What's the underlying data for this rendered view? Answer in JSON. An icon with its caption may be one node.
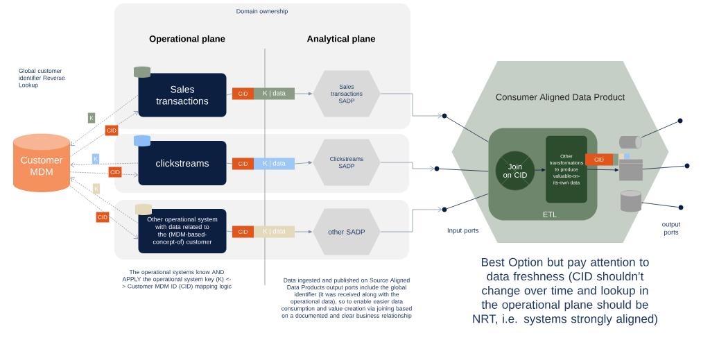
{
  "diagram": {
    "nodes": [
      {
        "text": [
          "Customer MDM"
        ]
      },
      {
        "text": [
          "Sales transactions"
        ]
      },
      {
        "text": [
          "CID",
          "K | data"
        ]
      },
      {
        "text": [
          "Sales transactions SADP"
        ]
      },
      {
        "text": [
          "clickstreams"
        ]
      },
      {
        "text": [
          "CID",
          "K | data"
        ]
      },
      {
        "text": [
          "Clickstreams SADP"
        ]
      },
      {
        "text": [
          "Other operational system with data related to the (MDM-based-concept-of) customer"
        ]
      },
      {
        "text": [
          "CID",
          "K | data"
        ]
      },
      {
        "text": [
          "other SADP"
        ]
      },
      {
        "text": [
          "Consumer Aligned Data Product"
        ]
      },
      {
        "text": [
          "ETL"
        ],
        "in": 10
      },
      {
        "text": [
          "Join on CID"
        ],
        "in": 11
      },
      {
        "text": [
          "Other transformations to produce valuable-on-its-own data"
        ],
        "in": 11
      },
      {
        "text": [
          "CID"
        ],
        "in": 10
      },
      {
        "text": [],
        "shape": "cylinder",
        "in": 10
      },
      {
        "text": [],
        "shape": "box",
        "in": 10
      },
      {
        "text": [],
        "shape": "cylinder",
        "in": 10
      },
      {
        "text": [],
        "shape": "circle"
      },
      {
        "text": [],
        "shape": "circle"
      },
      {
        "text": [],
        "shape": "circle"
      },
      {
        "text": [],
        "shape": "circle"
      },
      {
        "text": [],
        "shape": "circle"
      },
      {
        "text": [],
        "shape": "circle"
      }
    ],
    "edges": [
      {
        "from": 1,
        "to": 0,
        "arrow": "to",
        "label": "K",
        "style": "dashed"
      },
      {
        "from": 0,
        "to": 1,
        "arrow": "to",
        "label": "CID",
        "style": "dashed"
      },
      {
        "from": 4,
        "to": 0,
        "arrow": "to",
        "label": "K",
        "style": "dashed"
      },
      {
        "from": 0,
        "to": 4,
        "arrow": "to",
        "label": "CID",
        "style": "dashed"
      },
      {
        "from": 7,
        "to": 0,
        "arrow": "to",
        "label": "K",
        "style": "dashed"
      },
      {
        "from": 0,
        "to": 7,
        "arrow": "to",
        "label": "CID",
        "style": "dashed"
      },
      {
        "from": 1,
        "to": 2,
        "arrow": "none"
      },
      {
        "from": 2,
        "to": 3,
        "arrow": "to"
      },
      {
        "from": 4,
        "to": 5,
        "arrow": "none"
      },
      {
        "from": 5,
        "to": 6,
        "arrow": "to"
      },
      {
        "from": 7,
        "to": 8,
        "arrow": "none"
      },
      {
        "from": 8,
        "to": 9,
        "arrow": "to"
      },
      {
        "from": 3,
        "to": 18,
        "arrow": "to"
      },
      {
        "from": 6,
        "to": 19,
        "arrow": "to"
      },
      {
        "from": 9,
        "to": 20,
        "arrow": "to"
      },
      {
        "from": 18,
        "to": 11,
        "arrow": "none",
        "color": "#0d1f40"
      },
      {
        "from": 19,
        "to": 11,
        "arrow": "none",
        "color": "#0d1f40"
      },
      {
        "from": 20,
        "to": 11,
        "arrow": "none",
        "color": "#0d1f40"
      },
      {
        "from": 12,
        "to": 13,
        "arrow": "to",
        "color": "#0d1f40"
      },
      {
        "from": 13,
        "to": 16,
        "arrow": "to",
        "color": "#0d1f40"
      },
      {
        "from": 15,
        "to": 21,
        "arrow": "none",
        "color": "#0d1f40"
      },
      {
        "from": 16,
        "to": 22,
        "arrow": "none",
        "color": "#0d1f40"
      },
      {
        "from": 17,
        "to": 23,
        "arrow": "none",
        "color": "#0d1f40"
      }
    ],
    "labels": [
      "Domain ownership",
      "Operational plane",
      "Analytical plane",
      "Global customer identifier Reverse Lookup",
      "Input ports",
      "output ports",
      "The operational systems know AND APPLY the operational system key (K) <-> Customer MDM ID  (CID) mapping logic",
      "Data ingested and published on Source Aligned Data Products output ports include the global identifier (it was received along with the operational data), so to enable easier data consumption and value creation via joining based on a documented and clear business relationship",
      "Best Option but pay attention to data freshness (CID shouldn’t change over time and lookup in the operational plane should be NRT, i.e. systems strongly aligned)"
    ]
  }
}
